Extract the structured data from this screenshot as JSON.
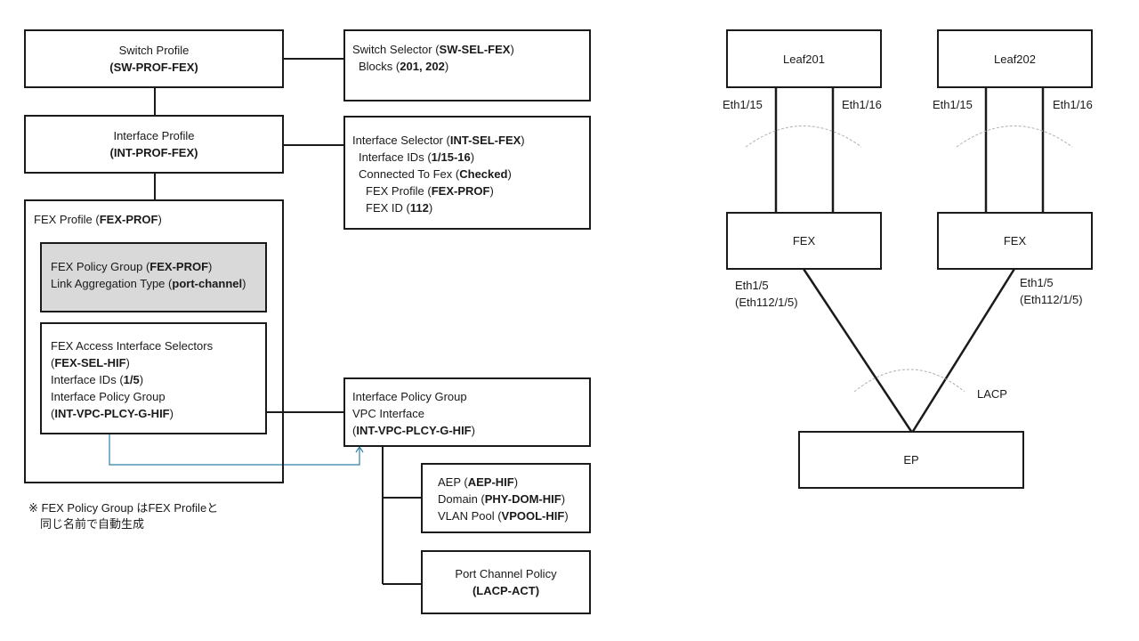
{
  "left": {
    "switch_profile": {
      "title": "Switch Profile",
      "name": "SW-PROF-FEX"
    },
    "switch_selector": {
      "title": "Switch Selector",
      "name": "SW-SEL-FEX",
      "blocks_label": "Blocks",
      "blocks": "201, 202"
    },
    "interface_profile": {
      "title": "Interface Profile",
      "name": "INT-PROF-FEX"
    },
    "interface_selector": {
      "title": "Interface Selector",
      "name": "INT-SEL-FEX",
      "ids_label": "Interface IDs",
      "ids": "1/15-16",
      "connected_label": "Connected To Fex",
      "connected": "Checked",
      "fex_profile_label": "FEX Profile",
      "fex_profile": "FEX-PROF",
      "fex_id_label": "FEX ID",
      "fex_id": "112"
    },
    "fex_profile": {
      "title": "FEX Profile",
      "name": "FEX-PROF"
    },
    "fex_policy_group": {
      "title": "FEX Policy Group",
      "name": "FEX-PROF",
      "link_label": "Link Aggregation Type",
      "link_value": "port-channel"
    },
    "fex_access_selectors": {
      "title": "FEX Access Interface Selectors",
      "name": "FEX-SEL-HIF",
      "ids_label": "Interface IDs",
      "ids": "1/5",
      "ipg_label": "Interface Policy Group",
      "ipg": "INT-VPC-PLCY-G-HIF"
    },
    "interface_policy_group": {
      "title": "Interface Policy Group",
      "subtitle": "VPC Interface",
      "name": "INT-VPC-PLCY-G-HIF"
    },
    "aep_box": {
      "aep_label": "AEP",
      "aep": "AEP-HIF",
      "domain_label": "Domain",
      "domain": "PHY-DOM-HIF",
      "vlan_label": "VLAN Pool",
      "vlan": "VPOOL-HIF"
    },
    "port_channel_policy": {
      "title": "Port Channel Policy",
      "name": "LACP-ACT"
    },
    "note": {
      "line1_a": "※ FEX Policy Group は",
      "line1_b": "FEX Profile",
      "line1_c": "と",
      "line2": "同じ名前で自動生成"
    }
  },
  "right": {
    "leaf1": "Leaf201",
    "leaf2": "Leaf202",
    "leaf1_port_a": "Eth1/15",
    "leaf1_port_b": "Eth1/16",
    "leaf2_port_a": "Eth1/15",
    "leaf2_port_b": "Eth1/16",
    "fex1": "FEX",
    "fex2": "FEX",
    "fex1_port": "Eth1/5",
    "fex1_port_alias": "(Eth112/1/5)",
    "fex2_port": "Eth1/5",
    "fex2_port_alias": "(Eth112/1/5)",
    "lacp": "LACP",
    "ep": "EP"
  },
  "colors": {
    "line": "#1a1a1a",
    "arrow": "#2e7fa8",
    "grey_fill": "#d9d9d9",
    "arc": "#b0b0b0"
  }
}
